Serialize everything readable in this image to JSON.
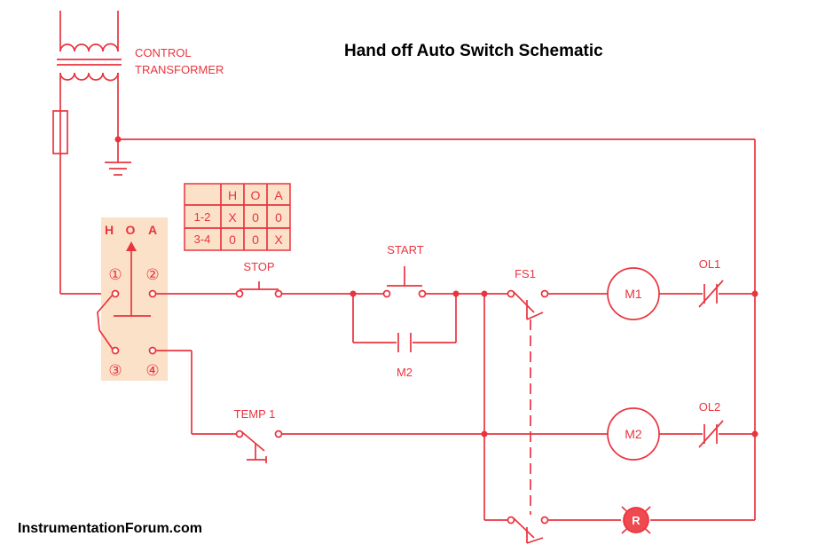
{
  "title": "Hand off Auto Switch Schematic",
  "footer": "InstrumentationForum.com",
  "colors": {
    "wire": "#e8343f",
    "switch_panel": "#fbe1c8",
    "lamp": "#e8343f"
  },
  "transformer": {
    "line1": "CONTROL",
    "line2": "TRANSFORMER"
  },
  "selector": {
    "h": "H",
    "o": "O",
    "a": "A",
    "t1": "①",
    "t2": "②",
    "t3": "③",
    "t4": "④"
  },
  "truth_table": {
    "headers": [
      "",
      "H",
      "O",
      "A"
    ],
    "rows": [
      [
        "1-2",
        "X",
        "0",
        "0"
      ],
      [
        "3-4",
        "0",
        "0",
        "X"
      ]
    ]
  },
  "labels": {
    "stop": "STOP",
    "start": "START",
    "m2_contact": "M2",
    "fs1": "FS1",
    "m1": "M1",
    "ol1": "OL1",
    "temp1": "TEMP 1",
    "m2": "M2",
    "ol2": "OL2",
    "lamp": "R"
  }
}
